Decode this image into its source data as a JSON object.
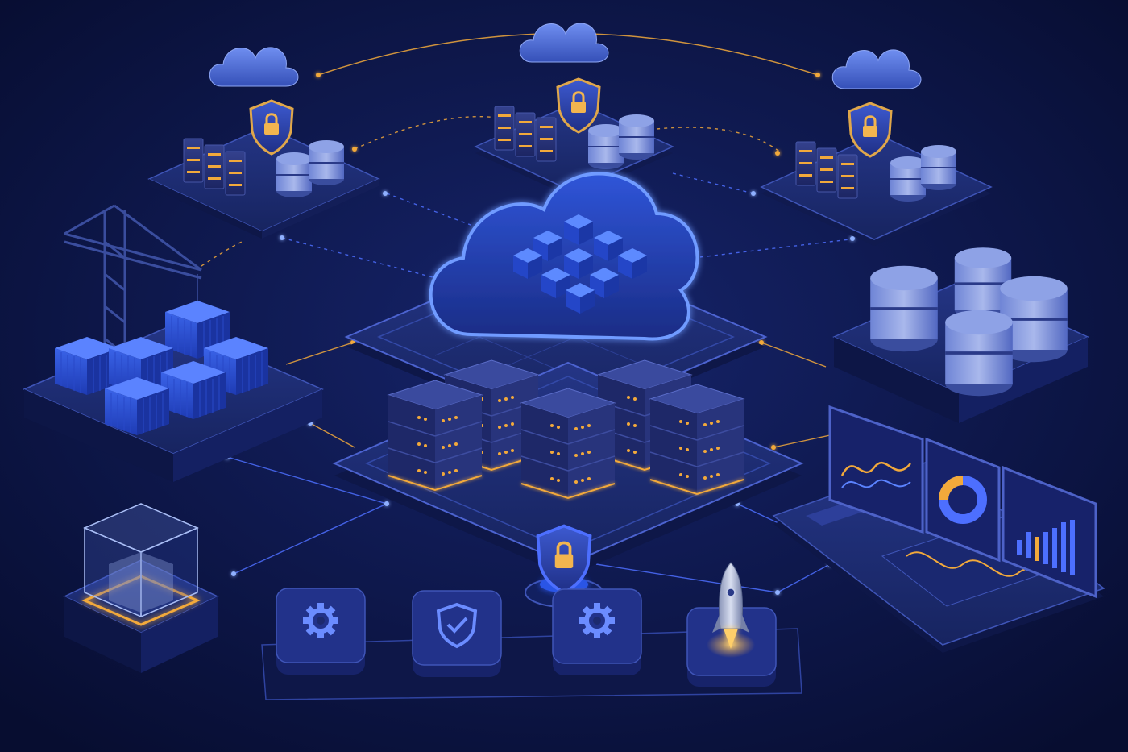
{
  "diagram": {
    "nodes": [
      {
        "id": "cloud-security-left",
        "icon": "cloud-icon",
        "badge": "padlock-shield-icon",
        "contents": [
          "server-rack-icon",
          "database-icon"
        ]
      },
      {
        "id": "cloud-security-center",
        "icon": "cloud-icon",
        "badge": "padlock-shield-icon",
        "contents": [
          "server-rack-icon",
          "database-icon"
        ]
      },
      {
        "id": "cloud-security-right",
        "icon": "cloud-icon",
        "badge": "padlock-shield-icon",
        "contents": [
          "server-rack-icon",
          "database-icon"
        ]
      },
      {
        "id": "central-cloud-hub",
        "icon": "cloud-icon",
        "contents": [
          "cube-cluster-icon"
        ]
      },
      {
        "id": "container-yard",
        "icon": "crane-icon",
        "contents": [
          "shipping-container-icon"
        ]
      },
      {
        "id": "database-cluster",
        "icon": "database-icon"
      },
      {
        "id": "server-cluster",
        "icon": "server-rack-icon"
      },
      {
        "id": "analytics-dashboard",
        "icon": "monitor-icon",
        "contents": [
          "line-chart-icon",
          "donut-chart-icon",
          "bar-chart-icon",
          "wave-chart-icon"
        ]
      },
      {
        "id": "security-gate",
        "icon": "padlock-shield-icon"
      },
      {
        "id": "package-artifact",
        "icon": "transparent-cube-icon"
      }
    ],
    "pipeline": [
      {
        "id": "build-stage",
        "icon": "gear-icon"
      },
      {
        "id": "verify-stage",
        "icon": "shield-check-icon"
      },
      {
        "id": "configure-stage",
        "icon": "gear-icon"
      },
      {
        "id": "deploy-stage",
        "icon": "rocket-icon"
      }
    ],
    "colors": {
      "background": "#0a123d",
      "platform": "#1c2a72",
      "accent_blue": "#3b6cff",
      "glow_orange": "#f2a93b",
      "link_line": "#4d6fff"
    }
  }
}
